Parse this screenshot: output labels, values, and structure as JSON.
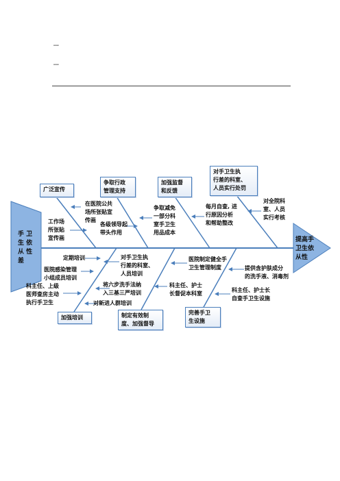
{
  "colors": {
    "spine": "#4a7ebb",
    "bone_fill": "#8db4e2",
    "arrow": "#4a7ebb"
  },
  "header": {
    "mark_1": "xxxx",
    "mark_2": "xxxx"
  },
  "diagram": {
    "tail": "手  卫\n生  依\n从  性\n差",
    "head": "提高手\n卫生依\n从性",
    "categories": {
      "publicity": "广泛宣传",
      "admin": "争取行政\n管理支持",
      "supervision": "加强监督\n和反馈",
      "dept_training": "对手卫生执\n行差的科室、\n人员实行处罚",
      "training": "加强培训",
      "system": "制定有效制\n度、加强督导",
      "facilities": "完善手卫\n生设施"
    },
    "causes": {
      "c1": "工作场\n所张贴\n宣传画",
      "c2": "在医院公共\n场所张贴宣\n传画",
      "c3": "各级领导起\n带头作用",
      "c4": "争取减免\n一部分科\n室手卫生\n用品成本",
      "c5": "每月自查, 进\n行原因分析\n和帮助整改",
      "c6": "对全院科\n室、人员\n实行考核",
      "c7": "定期培训",
      "c8": "医院感染管理\n小组成员培训",
      "c9": "科主任、上级\n医师查房主动\n执行手卫生",
      "c10": "对手卫生执\n行差的科室、\n人员培训",
      "c11": "将六步洗手法纳\n入三基三严培训",
      "c12": "对新进人群培训",
      "c13": "医院制定健全手\n卫生管理制度",
      "c14": "科主任、护士\n长督促本科室",
      "c15": "提供含护肤成分\n的洗手液、消毒剂",
      "c16": "科主任、护士长\n自查手卫生设施"
    }
  }
}
